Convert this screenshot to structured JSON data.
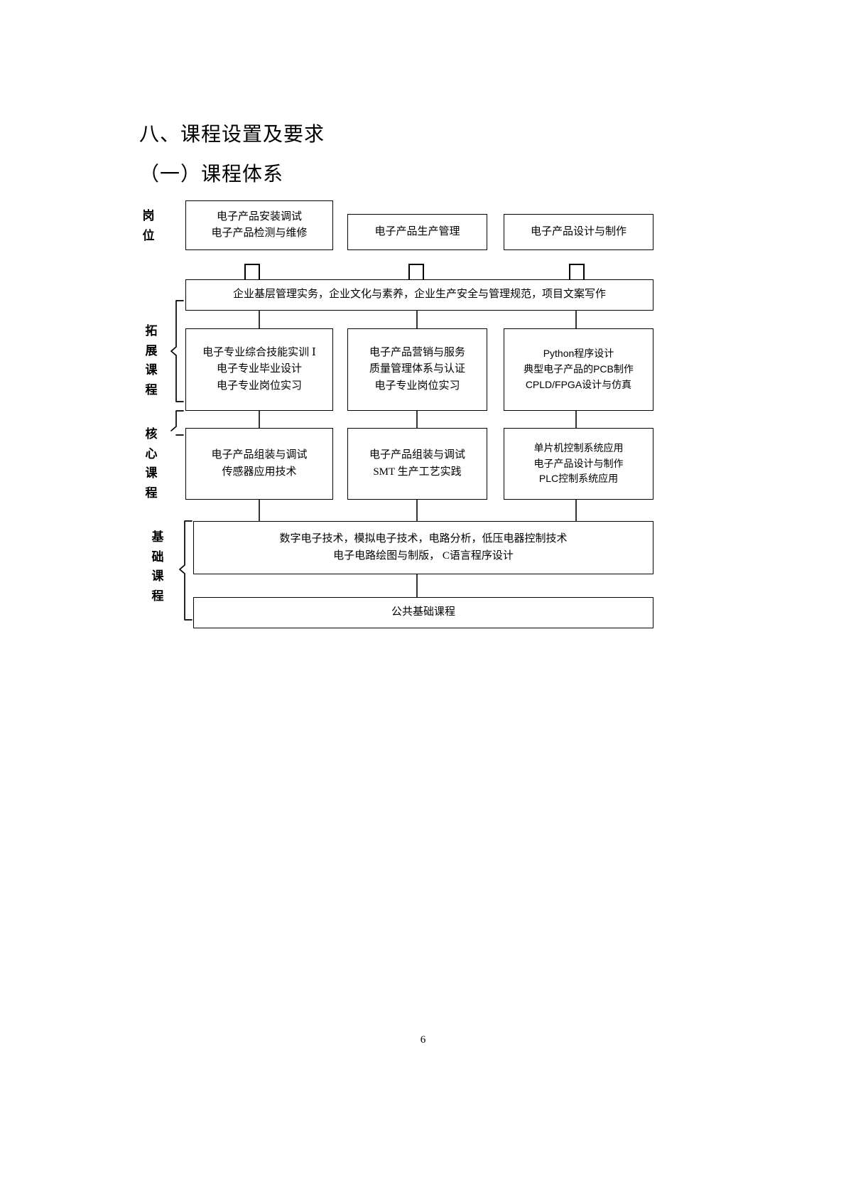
{
  "document": {
    "heading_main": "八、课程设置及要求",
    "heading_sub": "（一）课程体系",
    "page_number": "6"
  },
  "diagram": {
    "category_labels": {
      "jobs": "岗位",
      "extension": "拓展课程",
      "core": "核心课程",
      "foundation": "基础课程"
    },
    "job_boxes": [
      {
        "lines": [
          "电子产品安装调试",
          "电子产品检测与维修"
        ]
      },
      {
        "lines": [
          "电子产品生产管理"
        ]
      },
      {
        "lines": [
          "电子产品设计与制作"
        ]
      }
    ],
    "enterprise_band": {
      "text": "企业基层管理实务，企业文化与素养，企业生产安全与管理规范，项目文案写作"
    },
    "extension_boxes": [
      {
        "lines": [
          "电子专业综合技能实训 Ⅰ",
          "电子专业毕业设计",
          "电子专业岗位实习"
        ],
        "style": "serif"
      },
      {
        "lines": [
          "电子产品营销与服务",
          "质量管理体系与认证",
          "电子专业岗位实习"
        ],
        "style": "serif"
      },
      {
        "lines": [
          "Python程序设计",
          "典型电子产品的PCB制作",
          "CPLD/FPGA设计与仿真"
        ],
        "style": "sans"
      }
    ],
    "core_boxes": [
      {
        "lines": [
          "电子产品组装与调试",
          "传感器应用技术"
        ],
        "style": "serif"
      },
      {
        "lines": [
          "电子产品组装与调试",
          "SMT 生产工艺实践"
        ],
        "style": "serif"
      },
      {
        "lines": [
          "单片机控制系统应用",
          "电子产品设计与制作",
          "PLC控制系统应用"
        ],
        "style": "sans"
      }
    ],
    "foundation_band": {
      "lines": [
        "数字电子技术，模拟电子技术，电路分析，低压电器控制技术",
        "电子电路绘图与制版， C语言程序设计"
      ]
    },
    "public_band": {
      "text": "公共基础课程"
    }
  }
}
